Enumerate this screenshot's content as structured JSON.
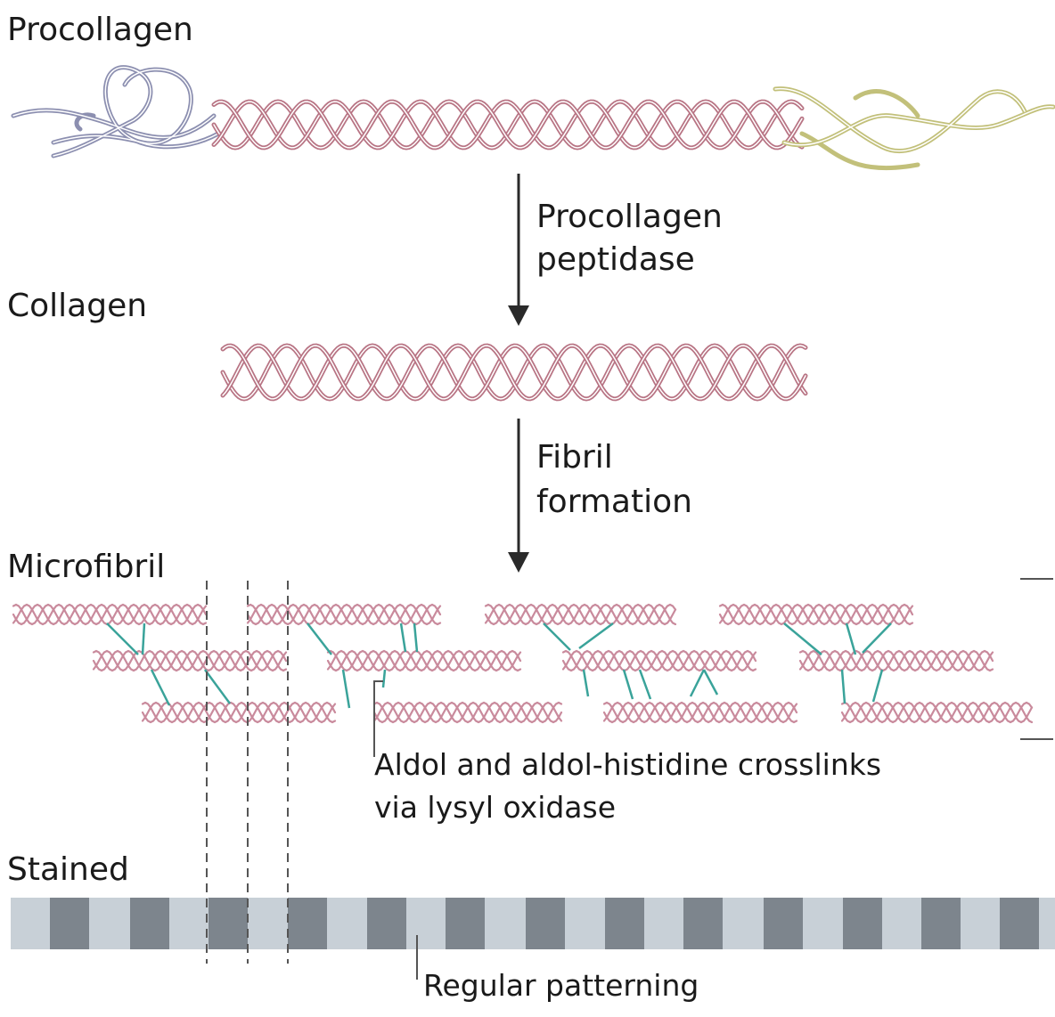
{
  "labels": {
    "procollagen": "Procollagen",
    "collagen": "Collagen",
    "microfibril": "Microfibril",
    "stained": "Stained",
    "step1_line1": "Procollagen",
    "step1_line2": "peptidase",
    "step2_line1": "Fibril",
    "step2_line2": "formation",
    "crosslinks_line1": "Aldol and aldol-histidine crosslinks",
    "crosslinks_line2": "via lysyl oxidase",
    "patterning": "Regular patterning"
  },
  "colors": {
    "n_propeptide": "#8c8fb0",
    "triple_helix": "#b87484",
    "c_propeptide": "#c2c07a",
    "microfibril": "#c98a9c",
    "crosslink": "#3aa39a",
    "stain_light": "#c8d0d7",
    "stain_dark": "#7d858d",
    "arrow": "#2a2a2a"
  },
  "icons": {
    "arrows": "down-arrow",
    "helix": "triple-helix-strand"
  }
}
